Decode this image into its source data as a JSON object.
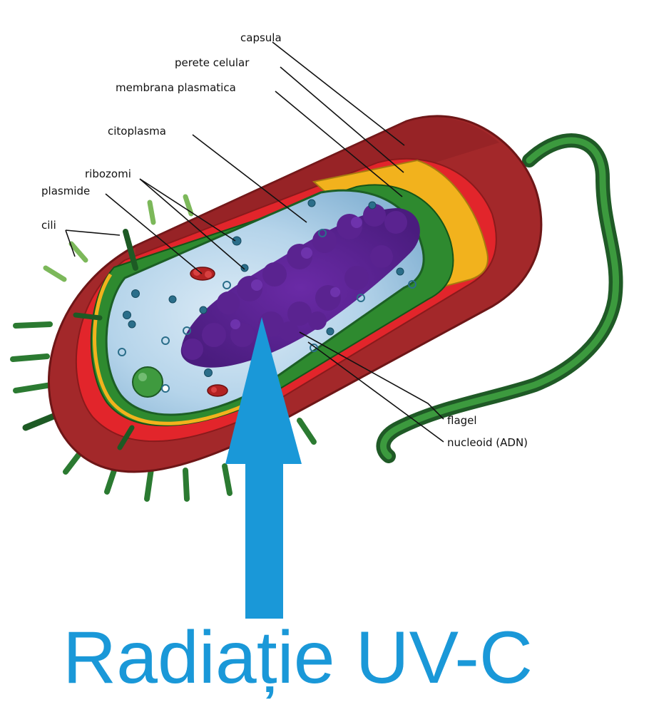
{
  "labels": {
    "capsula": "capsula",
    "perete_celular": "perete celular",
    "membrana_plasmatica": "membrana plasmatica",
    "citoplasma": "citoplasma",
    "ribozomi": "ribozomi",
    "plasmide": "plasmide",
    "cili": "cili",
    "flagel": "flagel",
    "nucleoid": "nucleoid (ADN)"
  },
  "caption": "Radiație UV-C",
  "colors": {
    "capsula": "#a3282a",
    "perete_celular": "#e2252b",
    "membrana_plasmatica": "#2e8a2f",
    "gold_layer": "#f2b21d",
    "citoplasma": "#b7d7ec",
    "nucleoid": "#5a2390",
    "cili": "#2f7a33",
    "flagel": "#256b2c",
    "uv_arrow": "#1a98d8"
  },
  "icons": {
    "uv_arrow": "arrow-up-icon"
  }
}
